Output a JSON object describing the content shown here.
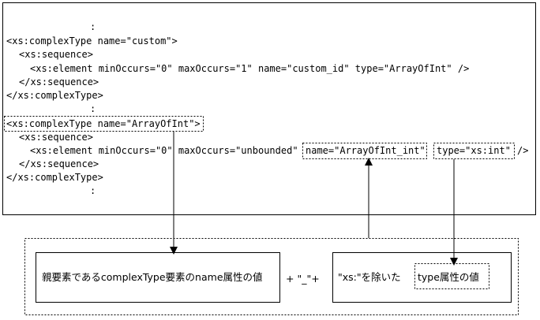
{
  "xml_code": {
    "lines": [
      ":",
      "<xs:complexType name=\"custom\">",
      "<xs:sequence>",
      "<xs:element minOccurs=\"0\" maxOccurs=\"1\" name=\"custom_id\" type=\"ArrayOfInt\" />",
      "</xs:sequence>",
      "</xs:complexType>",
      ":",
      "<xs:complexType name=\"ArrayOfInt\">",
      "<xs:sequence>",
      "<xs:element minOccurs=\"0\" maxOccurs=\"unbounded\"",
      "name=\"ArrayOfInt_int\"",
      "type=\"xs:int\"",
      "/>",
      "</xs:sequence>",
      "</xs:complexType>",
      ":"
    ]
  },
  "formula": {
    "parent_name_label": "親要素であるcomplexType要素のname属性の値",
    "plus_underscore": "+ \"_\"+",
    "xs_removed_prefix": "\"xs:\"を除いた",
    "type_attr_label": "type属性の値"
  }
}
